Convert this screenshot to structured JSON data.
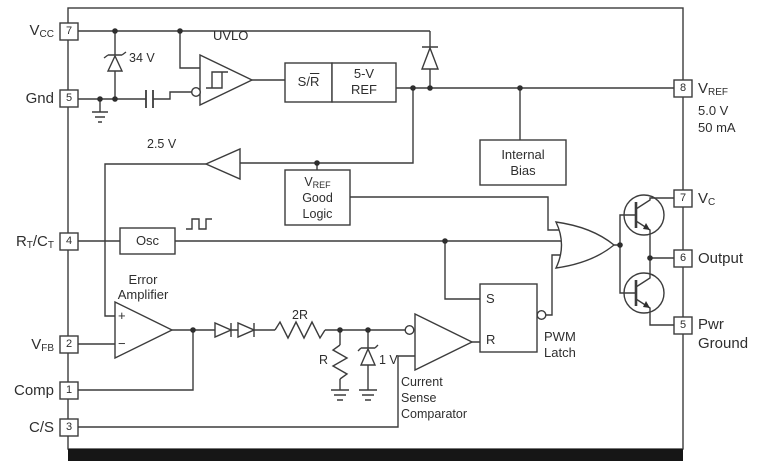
{
  "pins": {
    "left": {
      "vcc": "7",
      "gnd": "5",
      "rtct": "4",
      "vfb": "2",
      "comp": "1",
      "cs": "3"
    },
    "right": {
      "vref": "8",
      "vc": "7",
      "output": "6",
      "pwr_gnd": "5"
    }
  },
  "pin_labels": {
    "vcc_base": "V",
    "vcc_sub": "CC",
    "gnd": "Gnd",
    "rt_base": "R",
    "rt_sub": "T",
    "ct_base": "/C",
    "ct_sub": "T",
    "vfb_base": "V",
    "vfb_sub": "FB",
    "comp": "Comp",
    "cs": "C/S",
    "vref_base": "V",
    "vref_sub": "REF",
    "vref_volt": "5.0 V",
    "vref_curr": "50 mA",
    "vc_base": "V",
    "vc_sub": "C",
    "output": "Output",
    "pwr1": "Pwr",
    "pwr2": "Ground"
  },
  "blocks": {
    "uvlo": "UVLO",
    "sr_pre": "S/",
    "sr_r": "R",
    "ref5_line1": "5-V",
    "ref5_line2": "REF",
    "bias_line1": "Internal",
    "bias_line2": "Bias",
    "good_base": "V",
    "good_sub": "REF",
    "good_line2": "Good",
    "good_line3": "Logic",
    "osc": "Osc",
    "err_line1": "Error",
    "err_line2": "Amplifier",
    "plus": "+",
    "minus": "−",
    "cmp_line1": "Current",
    "cmp_line2": "Sense",
    "cmp_line3": "Comparator",
    "latch_s": "S",
    "latch_r": "R",
    "latch_line1": "PWM",
    "latch_line2": "Latch"
  },
  "values": {
    "zener_clamp": "34 V",
    "ref_voltage": "2.5 V",
    "res_2r": "2R",
    "res_r": "R",
    "zener_offset": "1 V"
  }
}
